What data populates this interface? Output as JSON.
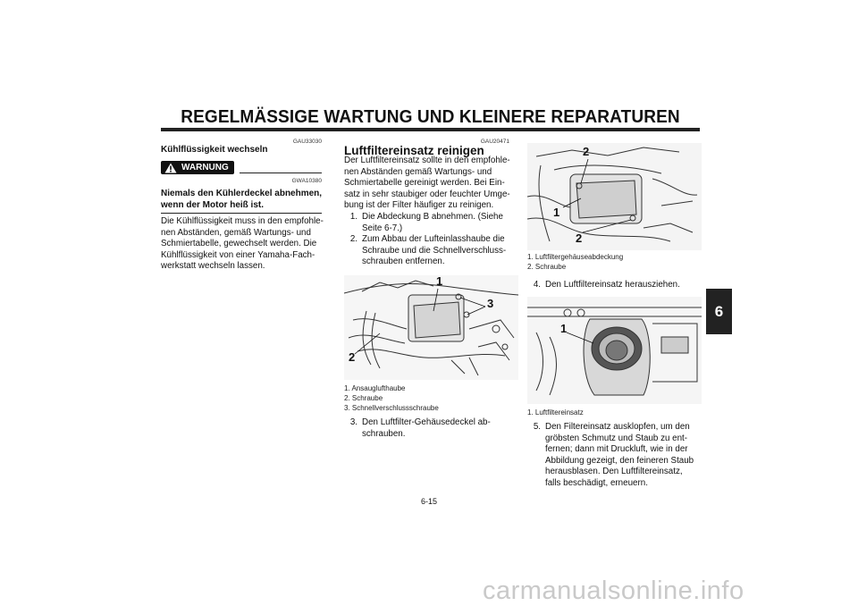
{
  "header": {
    "title": "REGELMÄSSIGE WARTUNG UND KLEINERE REPARATUREN"
  },
  "side_tab": "6",
  "page_number": "6-15",
  "left_col": {
    "code1": "GAU33030",
    "heading": "Kühlflüssigkeit wechseln",
    "warning_label": "WARNUNG",
    "code2": "GWA10380",
    "warning_text": [
      "Niemals den Kühlerdeckel abnehmen,",
      "wenn der Motor heiß ist."
    ],
    "body": [
      "Die Kühlflüssigkeit muss in den empfohle-",
      "nen Abständen, gemäß Wartungs- und",
      "Schmiertabelle, gewechselt werden. Die",
      "Kühlflüssigkeit von einer Yamaha-Fach-",
      "werkstatt wechseln lassen."
    ]
  },
  "mid_col": {
    "code": "GAU20471",
    "heading": "Luftfiltereinsatz reinigen",
    "intro": [
      "Der Luftfiltereinsatz sollte in den empfohle-",
      "nen Abständen gemäß Wartungs- und",
      "Schmiertabelle gereinigt werden. Bei Ein-",
      "satz in sehr staubiger oder feuchter Umge-",
      "bung ist der Filter häufiger zu reinigen."
    ],
    "steps": [
      {
        "n": "1.",
        "lines": [
          "Die Abdeckung B abnehmen. (Siehe",
          "Seite 6-7.)"
        ]
      },
      {
        "n": "2.",
        "lines": [
          "Zum Abbau der Lufteinlasshaube die",
          "Schraube und die Schnellverschluss-",
          "schrauben entfernen."
        ]
      }
    ],
    "figure_callouts": [
      "1",
      "2",
      "3"
    ],
    "captions": [
      "1. Ansauglufthaube",
      "2. Schraube",
      "3. Schnellverschlussschraube"
    ],
    "step3": {
      "n": "3.",
      "lines": [
        "Den Luftfilter-Gehäusedeckel ab-",
        "schrauben."
      ]
    }
  },
  "right_col": {
    "fig1_callouts": [
      "2",
      "1",
      "2"
    ],
    "fig1_captions": [
      "1. Luftfiltergehäuseabdeckung",
      "2. Schraube"
    ],
    "step4": {
      "n": "4.",
      "lines": [
        "Den Luftfiltereinsatz herausziehen."
      ]
    },
    "fig2_callouts": [
      "1"
    ],
    "fig2_captions": [
      "1. Luftfiltereinsatz"
    ],
    "step5": {
      "n": "5.",
      "lines": [
        "Den Filtereinsatz ausklopfen, um den",
        "gröbsten Schmutz und Staub zu ent-",
        "fernen; dann mit Druckluft, wie in der",
        "Abbildung gezeigt, den feineren Staub",
        "herausblasen. Den Luftfiltereinsatz,",
        "falls beschädigt, erneuern."
      ]
    }
  },
  "watermark": "carmanualsonline.info"
}
